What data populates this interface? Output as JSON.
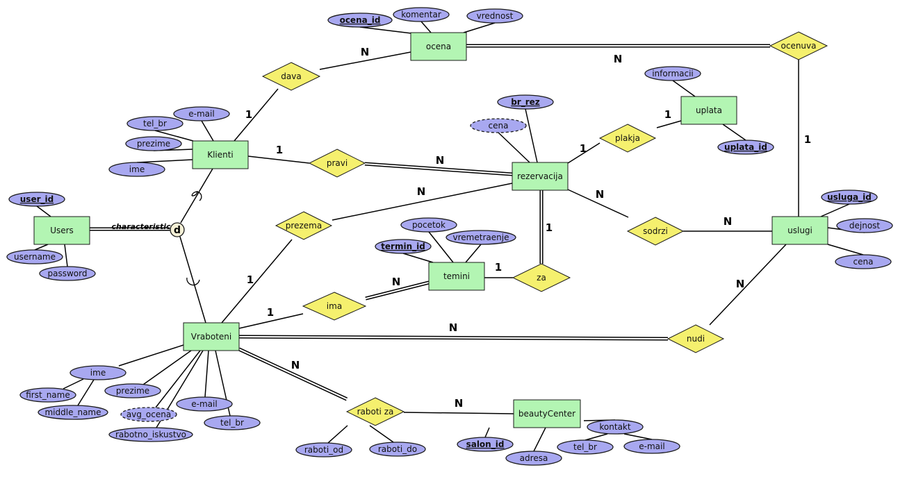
{
  "diagram": {
    "title": "ER diagram - beautyCenter",
    "colors": {
      "entity": "#b3f5b3",
      "relationship": "#f5f06e",
      "attribute": "#a8a8f0",
      "line": "#000000"
    },
    "entities": [
      {
        "id": "ocena",
        "label": "ocena"
      },
      {
        "id": "klienti",
        "label": "Klienti"
      },
      {
        "id": "uplata",
        "label": "uplata"
      },
      {
        "id": "rezervacija",
        "label": "rezervacija"
      },
      {
        "id": "users",
        "label": "Users"
      },
      {
        "id": "temini",
        "label": "temini"
      },
      {
        "id": "uslugi",
        "label": "uslugi"
      },
      {
        "id": "vraboteni",
        "label": "Vraboteni"
      },
      {
        "id": "beautycenter",
        "label": "beautyCenter"
      }
    ],
    "relationships": [
      {
        "id": "dava",
        "label": "dava"
      },
      {
        "id": "ocenuva",
        "label": "ocenuva"
      },
      {
        "id": "plakja",
        "label": "plakja"
      },
      {
        "id": "pravi",
        "label": "pravi"
      },
      {
        "id": "prezema",
        "label": "prezema"
      },
      {
        "id": "sodrzi",
        "label": "sodrzi"
      },
      {
        "id": "za",
        "label": "za"
      },
      {
        "id": "ima",
        "label": "ima"
      },
      {
        "id": "nudi",
        "label": "nudi"
      },
      {
        "id": "raboti_za",
        "label": "raboti za"
      }
    ],
    "attributes": [
      {
        "id": "ocena_id",
        "label": "ocena_id",
        "key": true,
        "derived": false,
        "owner": "ocena"
      },
      {
        "id": "komentar",
        "label": "komentar",
        "key": false,
        "derived": false,
        "owner": "ocena"
      },
      {
        "id": "vrednost",
        "label": "vrednost",
        "key": false,
        "derived": false,
        "owner": "ocena"
      },
      {
        "id": "informacii",
        "label": "informacii",
        "key": false,
        "derived": false,
        "owner": "uplata"
      },
      {
        "id": "uplata_id",
        "label": "uplata_id",
        "key": true,
        "derived": false,
        "owner": "uplata"
      },
      {
        "id": "br_rez",
        "label": "br_rez",
        "key": true,
        "derived": false,
        "owner": "rezervacija"
      },
      {
        "id": "rez_cena",
        "label": "cena",
        "key": false,
        "derived": true,
        "owner": "rezervacija"
      },
      {
        "id": "kl_email",
        "label": "e-mail",
        "key": false,
        "derived": false,
        "owner": "klienti"
      },
      {
        "id": "kl_tel_br",
        "label": "tel_br",
        "key": false,
        "derived": false,
        "owner": "klienti"
      },
      {
        "id": "kl_prezime",
        "label": "prezime",
        "key": false,
        "derived": false,
        "owner": "klienti"
      },
      {
        "id": "kl_ime",
        "label": "ime",
        "key": false,
        "derived": false,
        "owner": "klienti"
      },
      {
        "id": "user_id",
        "label": "user_id",
        "key": true,
        "derived": false,
        "owner": "users"
      },
      {
        "id": "username",
        "label": "username",
        "key": false,
        "derived": false,
        "owner": "users"
      },
      {
        "id": "password",
        "label": "password",
        "key": false,
        "derived": false,
        "owner": "users"
      },
      {
        "id": "pocetok",
        "label": "pocetok",
        "key": false,
        "derived": false,
        "owner": "temini"
      },
      {
        "id": "termin_id",
        "label": "termin_id",
        "key": true,
        "derived": false,
        "owner": "temini"
      },
      {
        "id": "vremetraenje",
        "label": "vremetraenje",
        "key": false,
        "derived": false,
        "owner": "temini"
      },
      {
        "id": "usluga_id",
        "label": "usluga_id",
        "key": true,
        "derived": false,
        "owner": "uslugi"
      },
      {
        "id": "dejnost",
        "label": "dejnost",
        "key": false,
        "derived": false,
        "owner": "uslugi"
      },
      {
        "id": "us_cena",
        "label": "cena",
        "key": false,
        "derived": false,
        "owner": "uslugi"
      },
      {
        "id": "vr_ime",
        "label": "ime",
        "key": false,
        "derived": false,
        "owner": "vraboteni"
      },
      {
        "id": "first_name",
        "label": "first_name",
        "key": false,
        "derived": false,
        "owner": "vr_ime"
      },
      {
        "id": "middle_name",
        "label": "middle_name",
        "key": false,
        "derived": false,
        "owner": "vr_ime"
      },
      {
        "id": "vr_prezime",
        "label": "prezime",
        "key": false,
        "derived": false,
        "owner": "vraboteni"
      },
      {
        "id": "avg_ocena",
        "label": "avg_ocena",
        "key": false,
        "derived": true,
        "owner": "vraboteni"
      },
      {
        "id": "rabotno_iskustvo",
        "label": "rabotno_iskustvo",
        "key": false,
        "derived": false,
        "owner": "vraboteni"
      },
      {
        "id": "vr_email",
        "label": "e-mail",
        "key": false,
        "derived": false,
        "owner": "vraboteni"
      },
      {
        "id": "vr_tel_br",
        "label": "tel_br",
        "key": false,
        "derived": false,
        "owner": "vraboteni"
      },
      {
        "id": "raboti_od",
        "label": "raboti_od",
        "key": false,
        "derived": false,
        "owner": "raboti_za"
      },
      {
        "id": "raboti_do",
        "label": "raboti_do",
        "key": false,
        "derived": false,
        "owner": "raboti_za"
      },
      {
        "id": "salon_id",
        "label": "salon_id",
        "key": true,
        "derived": false,
        "owner": "beautycenter"
      },
      {
        "id": "adresa",
        "label": "adresa",
        "key": false,
        "derived": false,
        "owner": "beautycenter"
      },
      {
        "id": "kontakt",
        "label": "kontakt",
        "key": false,
        "derived": false,
        "owner": "beautycenter"
      },
      {
        "id": "bc_tel_br",
        "label": "tel_br",
        "key": false,
        "derived": false,
        "owner": "kontakt"
      },
      {
        "id": "bc_email",
        "label": "e-mail",
        "key": false,
        "derived": false,
        "owner": "kontakt"
      }
    ],
    "connections": [
      {
        "from": "dava",
        "to": "klienti",
        "cardinality": "1",
        "total": false
      },
      {
        "from": "dava",
        "to": "ocena",
        "cardinality": "N",
        "total": false
      },
      {
        "from": "ocenuva",
        "to": "ocena",
        "cardinality": "N",
        "total": true
      },
      {
        "from": "ocenuva",
        "to": "uslugi",
        "cardinality": "1",
        "total": false
      },
      {
        "from": "pravi",
        "to": "klienti",
        "cardinality": "1",
        "total": false
      },
      {
        "from": "pravi",
        "to": "rezervacija",
        "cardinality": "N",
        "total": true
      },
      {
        "from": "plakja",
        "to": "rezervacija",
        "cardinality": "1",
        "total": false
      },
      {
        "from": "plakja",
        "to": "uplata",
        "cardinality": "1",
        "total": false
      },
      {
        "from": "prezema",
        "to": "rezervacija",
        "cardinality": "N",
        "total": false
      },
      {
        "from": "prezema",
        "to": "vraboteni",
        "cardinality": "1",
        "total": false
      },
      {
        "from": "sodrzi",
        "to": "rezervacija",
        "cardinality": "N",
        "total": false
      },
      {
        "from": "sodrzi",
        "to": "uslugi",
        "cardinality": "N",
        "total": false
      },
      {
        "from": "za",
        "to": "rezervacija",
        "cardinality": "1",
        "total": true
      },
      {
        "from": "za",
        "to": "temini",
        "cardinality": "1",
        "total": false
      },
      {
        "from": "ima",
        "to": "vraboteni",
        "cardinality": "1",
        "total": false
      },
      {
        "from": "ima",
        "to": "temini",
        "cardinality": "N",
        "total": true
      },
      {
        "from": "nudi",
        "to": "vraboteni",
        "cardinality": "N",
        "total": true
      },
      {
        "from": "nudi",
        "to": "uslugi",
        "cardinality": "N",
        "total": false
      },
      {
        "from": "raboti_za",
        "to": "vraboteni",
        "cardinality": "N",
        "total": true
      },
      {
        "from": "raboti_za",
        "to": "beautycenter",
        "cardinality": "N",
        "total": false
      }
    ],
    "specialization": {
      "superclass": "users",
      "symbol": "d",
      "label": "characteristic",
      "subclasses": [
        "klienti",
        "vraboteni"
      ]
    }
  }
}
